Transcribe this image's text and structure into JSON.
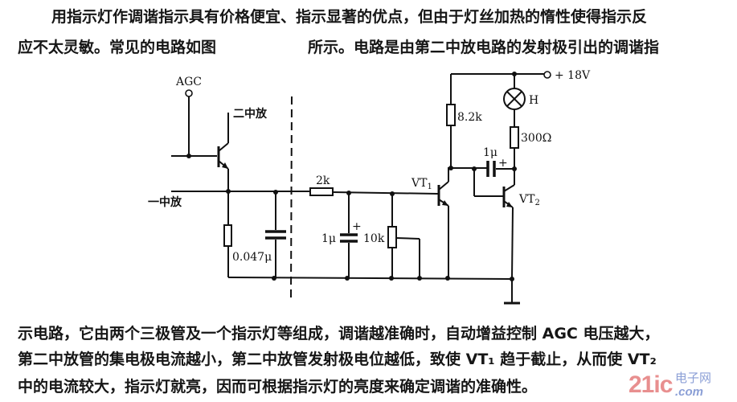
{
  "text": {
    "line1": "用指示灯作调谐指示具有价格便宜、指示显著的优点，但由于灯丝加热的惰性使得指示反",
    "line2a": "应不太灵敏。常见的电路如图",
    "line2b": "所示。电路是由第二中放电路的发射极引出的调谐指",
    "line3": "示电路，它由两个三极管及一个指示灯等组成，调谐越准确时，自动增益控制 AGC 电压越大，",
    "line4": "第二中放管的集电极电流越小，第二中放管发射极电位越低，致使 VT₁ 趋于截止，从而使 VT₂",
    "line5": "中的电流较大，指示灯就亮，因而可根据指示灯的亮度来确定调谐的准确性。"
  },
  "circuit": {
    "agc_label": "AGC",
    "stage2_label": "二中放",
    "stage1_label": "一中放",
    "cap1_label": "0.047μ",
    "res_2k_label": "2k",
    "cap2_label": "1μ",
    "cap2_polarity": "+",
    "pot_label": "10k",
    "vt1_label": "VT",
    "vt1_sub": "1",
    "vt2_label": "VT",
    "vt2_sub": "2",
    "res_82k_label": "8.2k",
    "lamp_label": "H",
    "res_300_label": "300Ω",
    "cap3_label": "1μ",
    "cap3_polarity": "+",
    "supply_label": "+ 18V"
  },
  "watermark": {
    "brand_num": "21ic",
    "brand_zh": "电子网",
    "brand_domain": ".com"
  }
}
